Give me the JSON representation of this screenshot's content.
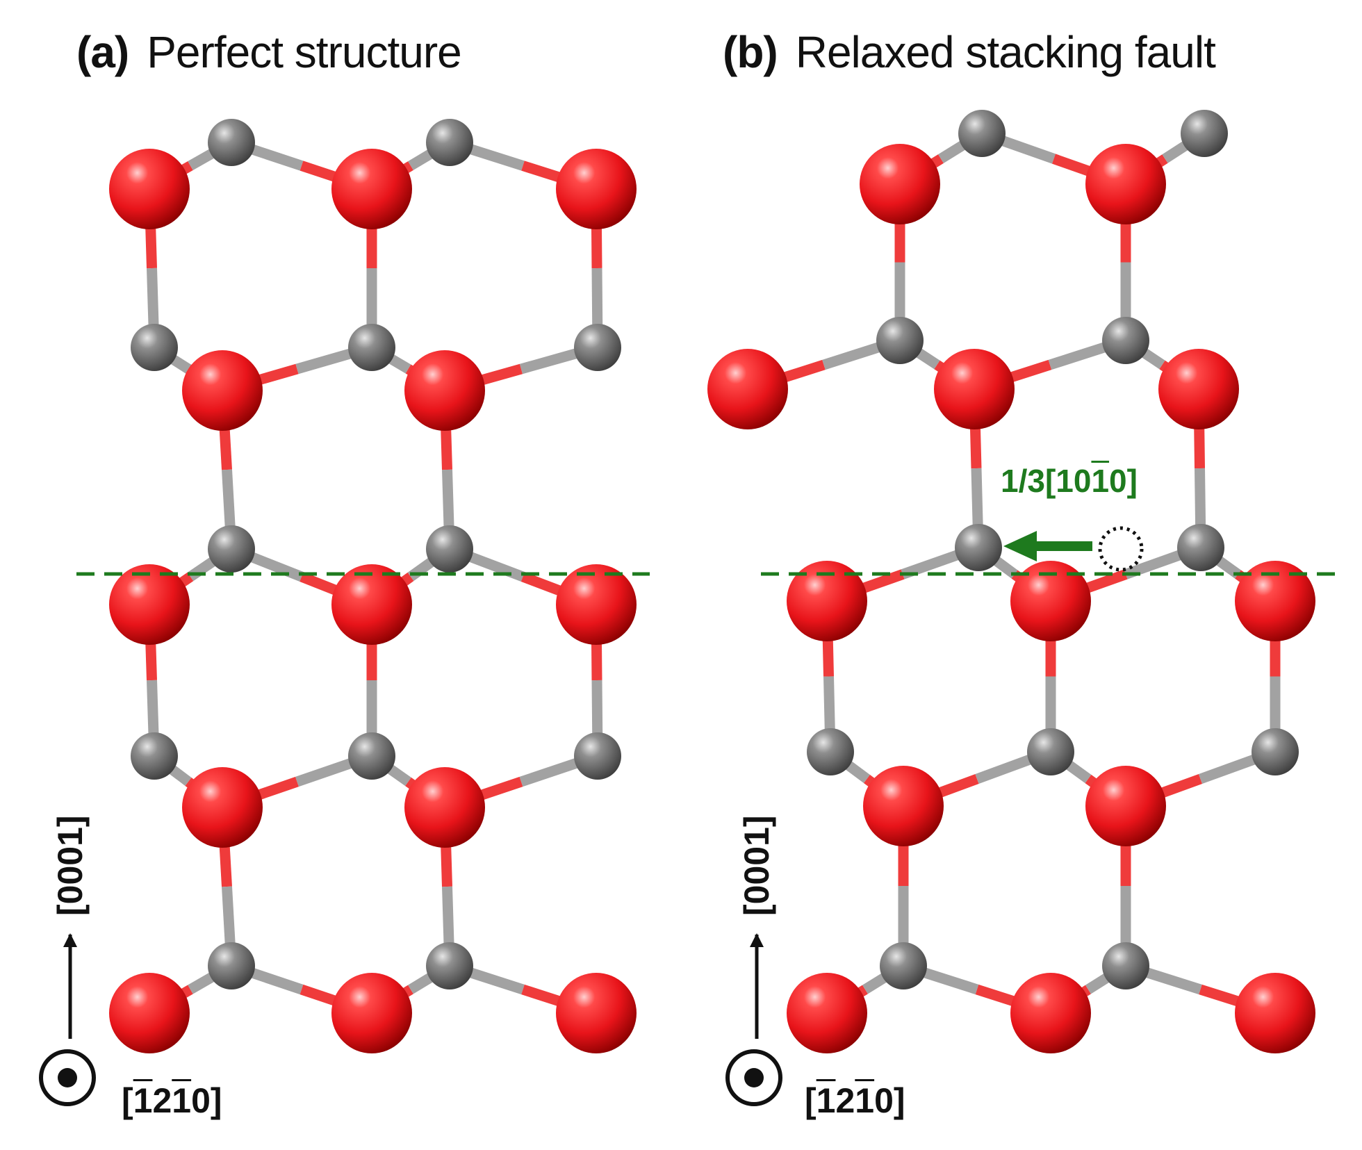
{
  "panels": [
    {
      "tag": "(a)",
      "title": "Perfect structure"
    },
    {
      "tag": "(b)",
      "title": "Relaxed stacking fault"
    }
  ],
  "axes": {
    "vertical": {
      "open": "[",
      "digits": "0001",
      "close": "]"
    },
    "out_of_plane": {
      "open": "[",
      "a": "1",
      "b": "2",
      "c": "1",
      "d": "0",
      "close": "]"
    }
  },
  "shift_vector": {
    "prefix": "1/3[",
    "a": "10",
    "b": "1",
    "c": "0",
    "close": "]"
  },
  "colors": {
    "oxygen": "#e8141a",
    "metal": "#6d6d6d",
    "bond_red": "#ef3b3b",
    "bond_gray": "#a2a2a2",
    "fault_plane": "#1e7a1e",
    "arrow": "#1e7a1e"
  }
}
